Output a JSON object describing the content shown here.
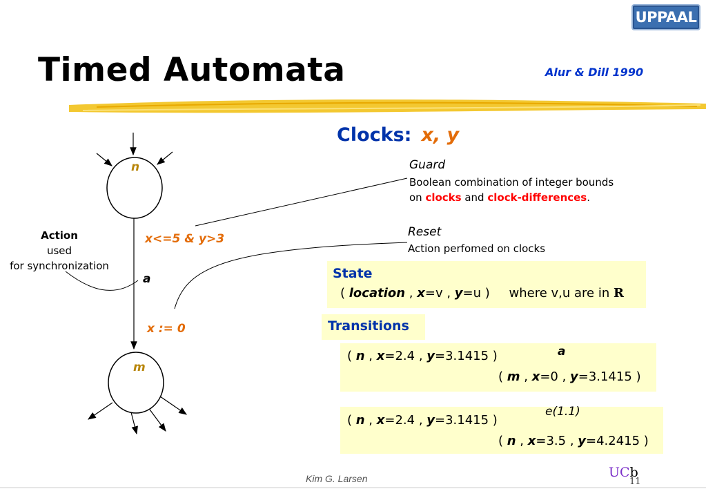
{
  "slide": {
    "title": "Timed Automata",
    "citation": "Alur & Dill 1990",
    "logo_text": "UPPAAL",
    "footer_author": "Kim G. Larsen",
    "uc_logo": "UC",
    "uc_logo_b": "b",
    "slide_number": "11"
  },
  "clocks": {
    "label": "Clocks:",
    "vars": "x, y"
  },
  "diagram": {
    "location_n": "n",
    "location_m": "m",
    "guard_expr": "x<=5 & y>3",
    "action_label": "a",
    "reset_expr": "x := 0"
  },
  "annotations": {
    "guard_title": "Guard",
    "guard_desc_line1": "Boolean combination of integer bounds",
    "guard_desc_on": "on ",
    "guard_desc_clocks": "clocks",
    "guard_desc_and": " and ",
    "guard_desc_diffs": "clock-differences",
    "guard_desc_end": ".",
    "reset_title": "Reset",
    "reset_desc": "Action perfomed on clocks",
    "action_title": "Action",
    "action_line2": "used",
    "action_line3": "for synchronization"
  },
  "state": {
    "title": "State",
    "open": "( ",
    "location": "location",
    "sep1": " , ",
    "x": "x",
    "x_val": "=v",
    "sep2": " , ",
    "y": "y",
    "y_val": "=u",
    "close": " )",
    "where": "where v,u are in",
    "reals": "R"
  },
  "transitions": {
    "title": "Transitions",
    "t1": {
      "from_loc": "n",
      "from_x": "=2.4",
      "from_y": "=3.1415",
      "action": "a",
      "to_loc": "m",
      "to_x": "=0",
      "to_y": "=3.1415"
    },
    "t2": {
      "from_loc": "n",
      "from_x": "=2.4",
      "from_y": "=3.1415",
      "action": "e(1.1)",
      "to_loc": "n",
      "to_x": "=3.5",
      "to_y": "=4.2415"
    }
  },
  "colors": {
    "title_blue": "#0033aa",
    "citation_blue": "#0033cc",
    "orange": "#e36c09",
    "highlight_yellow": "#ffffcc",
    "red": "#ff0000",
    "brush_yellow": "#f2c21b"
  }
}
